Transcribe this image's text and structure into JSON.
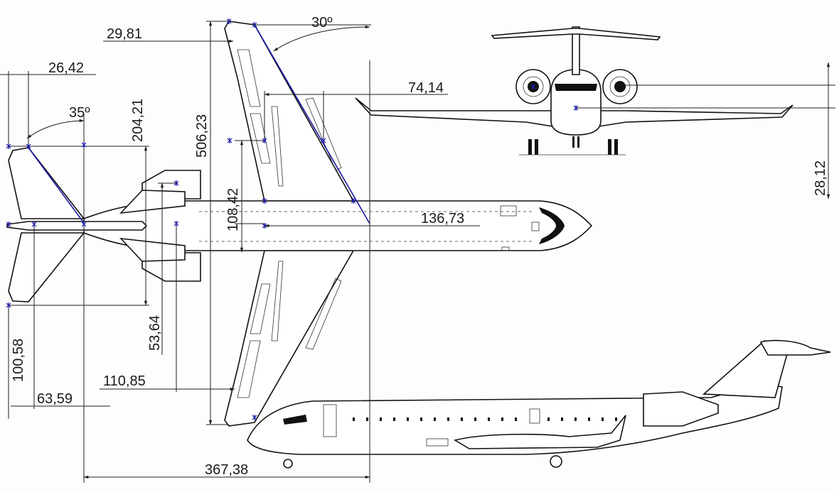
{
  "drawing": {
    "dimensions": {
      "d_29_81": "29,81",
      "angle_30": "30º",
      "d_26_42": "26,42",
      "angle_35": "35º",
      "d_204_21": "204,21",
      "d_506_23": "506,23",
      "d_74_14": "74,14",
      "d_108_42": "108,42",
      "d_136_73": "136,73",
      "d_28_12": "28,12",
      "d_53_64": "53,64",
      "d_100_58": "100,58",
      "d_110_85": "110,85",
      "d_63_59": "63,59",
      "d_367_38": "367,38"
    },
    "colors": {
      "line": "#1e1e1e",
      "highlight": "#1a1aa8",
      "background": "#fdfdfc"
    }
  }
}
